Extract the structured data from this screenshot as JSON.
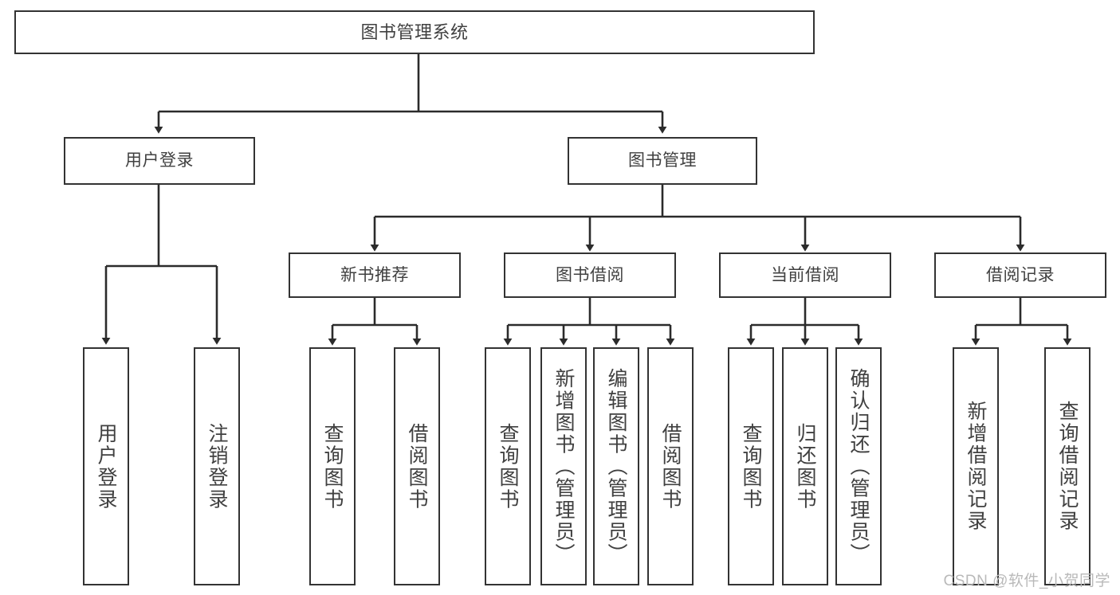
{
  "diagram": {
    "title": "图书管理系统",
    "type": "tree",
    "colors": {
      "border": "#333333",
      "text": "#404040",
      "background": "#ffffff",
      "edge": "#2b2b2b",
      "watermark": "#b9b9b9"
    },
    "root": {
      "label": "图书管理系统"
    },
    "level2": [
      {
        "label": "用户登录"
      },
      {
        "label": "图书管理"
      }
    ],
    "level3": [
      {
        "label": "新书推荐"
      },
      {
        "label": "图书借阅"
      },
      {
        "label": "当前借阅"
      },
      {
        "label": "借阅记录"
      }
    ],
    "leaves": {
      "user_login": [
        {
          "label": "用户登录"
        },
        {
          "label": "注销登录"
        }
      ],
      "new_book_recommend": [
        {
          "label": "查询图书"
        },
        {
          "label": "借阅图书"
        }
      ],
      "book_borrow": [
        {
          "label": "查询图书"
        },
        {
          "label": "新增图书（管理员）"
        },
        {
          "label": "编辑图书（管理员）"
        },
        {
          "label": "借阅图书"
        }
      ],
      "current_borrow": [
        {
          "label": "查询图书"
        },
        {
          "label": "归还图书"
        },
        {
          "label": "确认归还（管理员）"
        }
      ],
      "borrow_record": [
        {
          "label": "新增借阅记录"
        },
        {
          "label": "查询借阅记录"
        }
      ]
    }
  },
  "watermark": {
    "text": "CSDN @软件_小贺同学"
  }
}
